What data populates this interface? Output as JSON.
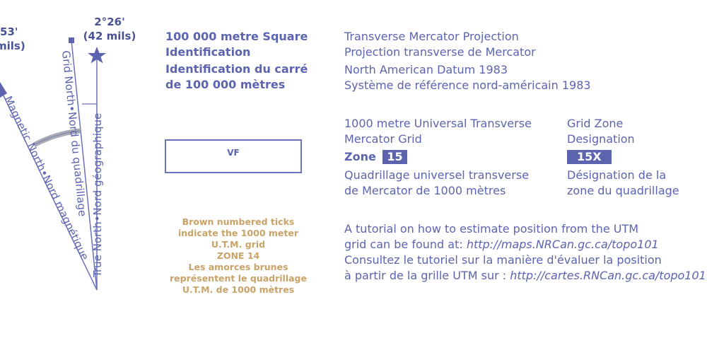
{
  "declination": {
    "magnetic_angle_partial": "53'",
    "magnetic_mils_partial": "mils)",
    "true_angle": "2°26'",
    "true_mils": "(42 mils)",
    "magnetic_north_label": "Magnetic North•Nord magnétique",
    "grid_north_label": "Grid North•Nord du quadrillage",
    "true_north_label": "True North•Nord géographique"
  },
  "square_id": {
    "heading_en_1": "100 000 metre Square",
    "heading_en_2": "Identification",
    "heading_fr_1": "Identification du carré",
    "heading_fr_2": "de 100 000 mètres",
    "box_code": "VF"
  },
  "brown_note": {
    "line1": "Brown numbered ticks",
    "line2": "indicate the 1000 meter",
    "line3": "U.T.M. grid",
    "line4": "ZONE 14",
    "line5": "Les amorces brunes",
    "line6": "représentent le quadrillage",
    "line7": "U.T.M. de 1000 mètres"
  },
  "projection": {
    "line1": "Transverse Mercator Projection",
    "line2": "Projection transverse de Mercator",
    "line3": "North American Datum 1983",
    "line4": "Système de référence nord-américain 1983"
  },
  "utm_grid": {
    "en_line1": "1000 metre Universal Transverse",
    "en_line2": "Mercator Grid",
    "zone_label": "Zone",
    "zone_value": "15",
    "fr_line1": "Quadrillage universel transverse",
    "fr_line2": "de Mercator de 1000 mètres"
  },
  "grid_zone": {
    "en_line1": "Grid Zone",
    "en_line2": "Designation",
    "value": "15X",
    "fr_line1": "Désignation de la",
    "fr_line2": "zone du quadrillage"
  },
  "tutorial": {
    "en_line1": "A tutorial on how to estimate position from the UTM",
    "en_line2_prefix": "grid can be found at:",
    "en_url": "http://maps.NRCan.gc.ca/topo101",
    "fr_line1": "Consultez le tutoriel sur la manière d'évaluer la position",
    "fr_line2_prefix": "à partir de la grille UTM sur :",
    "fr_url": "http://cartes.RNCan.gc.ca/topo101"
  },
  "colors": {
    "text": "#5c64b0",
    "brown": "#c9a266",
    "arc": "#a8aab8"
  }
}
